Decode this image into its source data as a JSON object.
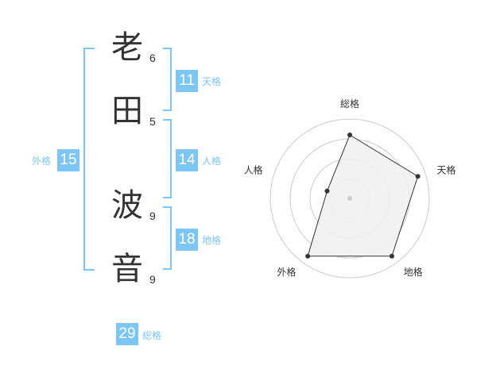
{
  "name": {
    "characters": [
      {
        "char": "老",
        "strokes": "6"
      },
      {
        "char": "田",
        "strokes": "5"
      },
      {
        "char": "波",
        "strokes": "9"
      },
      {
        "char": "音",
        "strokes": "9"
      }
    ]
  },
  "fortunes": {
    "tenkaku": {
      "value": "11",
      "label": "天格"
    },
    "jinkaku": {
      "value": "14",
      "label": "人格"
    },
    "chikaku": {
      "value": "18",
      "label": "地格"
    },
    "gaikaku": {
      "value": "15",
      "label": "外格"
    },
    "soukaku": {
      "value": "29",
      "label": "総格"
    }
  },
  "colors": {
    "accent": "#7cc6f6",
    "text": "#333333"
  },
  "chart_data": {
    "type": "radar",
    "axes": [
      "総格",
      "天格",
      "地格",
      "外格",
      "人格"
    ],
    "rings": 4,
    "series": [
      {
        "values": [
          3.2,
          3.6,
          3.6,
          3.6,
          1.2
        ]
      }
    ],
    "rmax": 4,
    "fill_color": "#f0f0f0",
    "line_color": "#333333"
  }
}
